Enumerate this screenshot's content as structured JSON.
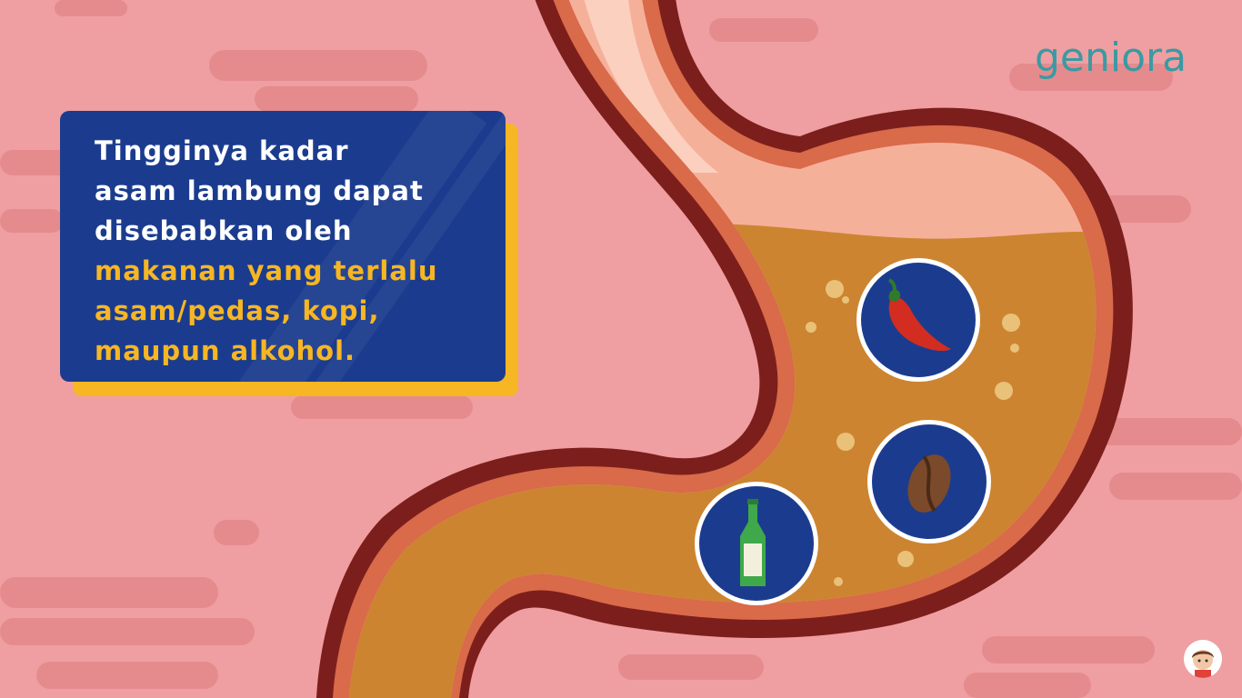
{
  "brand": {
    "logo_text": "geniora"
  },
  "info_card": {
    "lines_white": [
      "Tingginya kadar",
      "asam lambung dapat",
      "disebabkan oleh"
    ],
    "lines_yellow": [
      "makanan yang terlalu",
      "asam/pedas, kopi,",
      "maupun alkohol."
    ]
  },
  "colors": {
    "background": "#ef9fa1",
    "card": "#1b3c8e",
    "card_shadow": "#f7b623",
    "highlight_text": "#f7b623",
    "stomach_acid": "#cd8431",
    "stomach_outline": "#7c1f1c",
    "logo": "#3a9aa3"
  },
  "icons": [
    "chili-pepper-icon",
    "coffee-bean-icon",
    "bottle-icon"
  ]
}
